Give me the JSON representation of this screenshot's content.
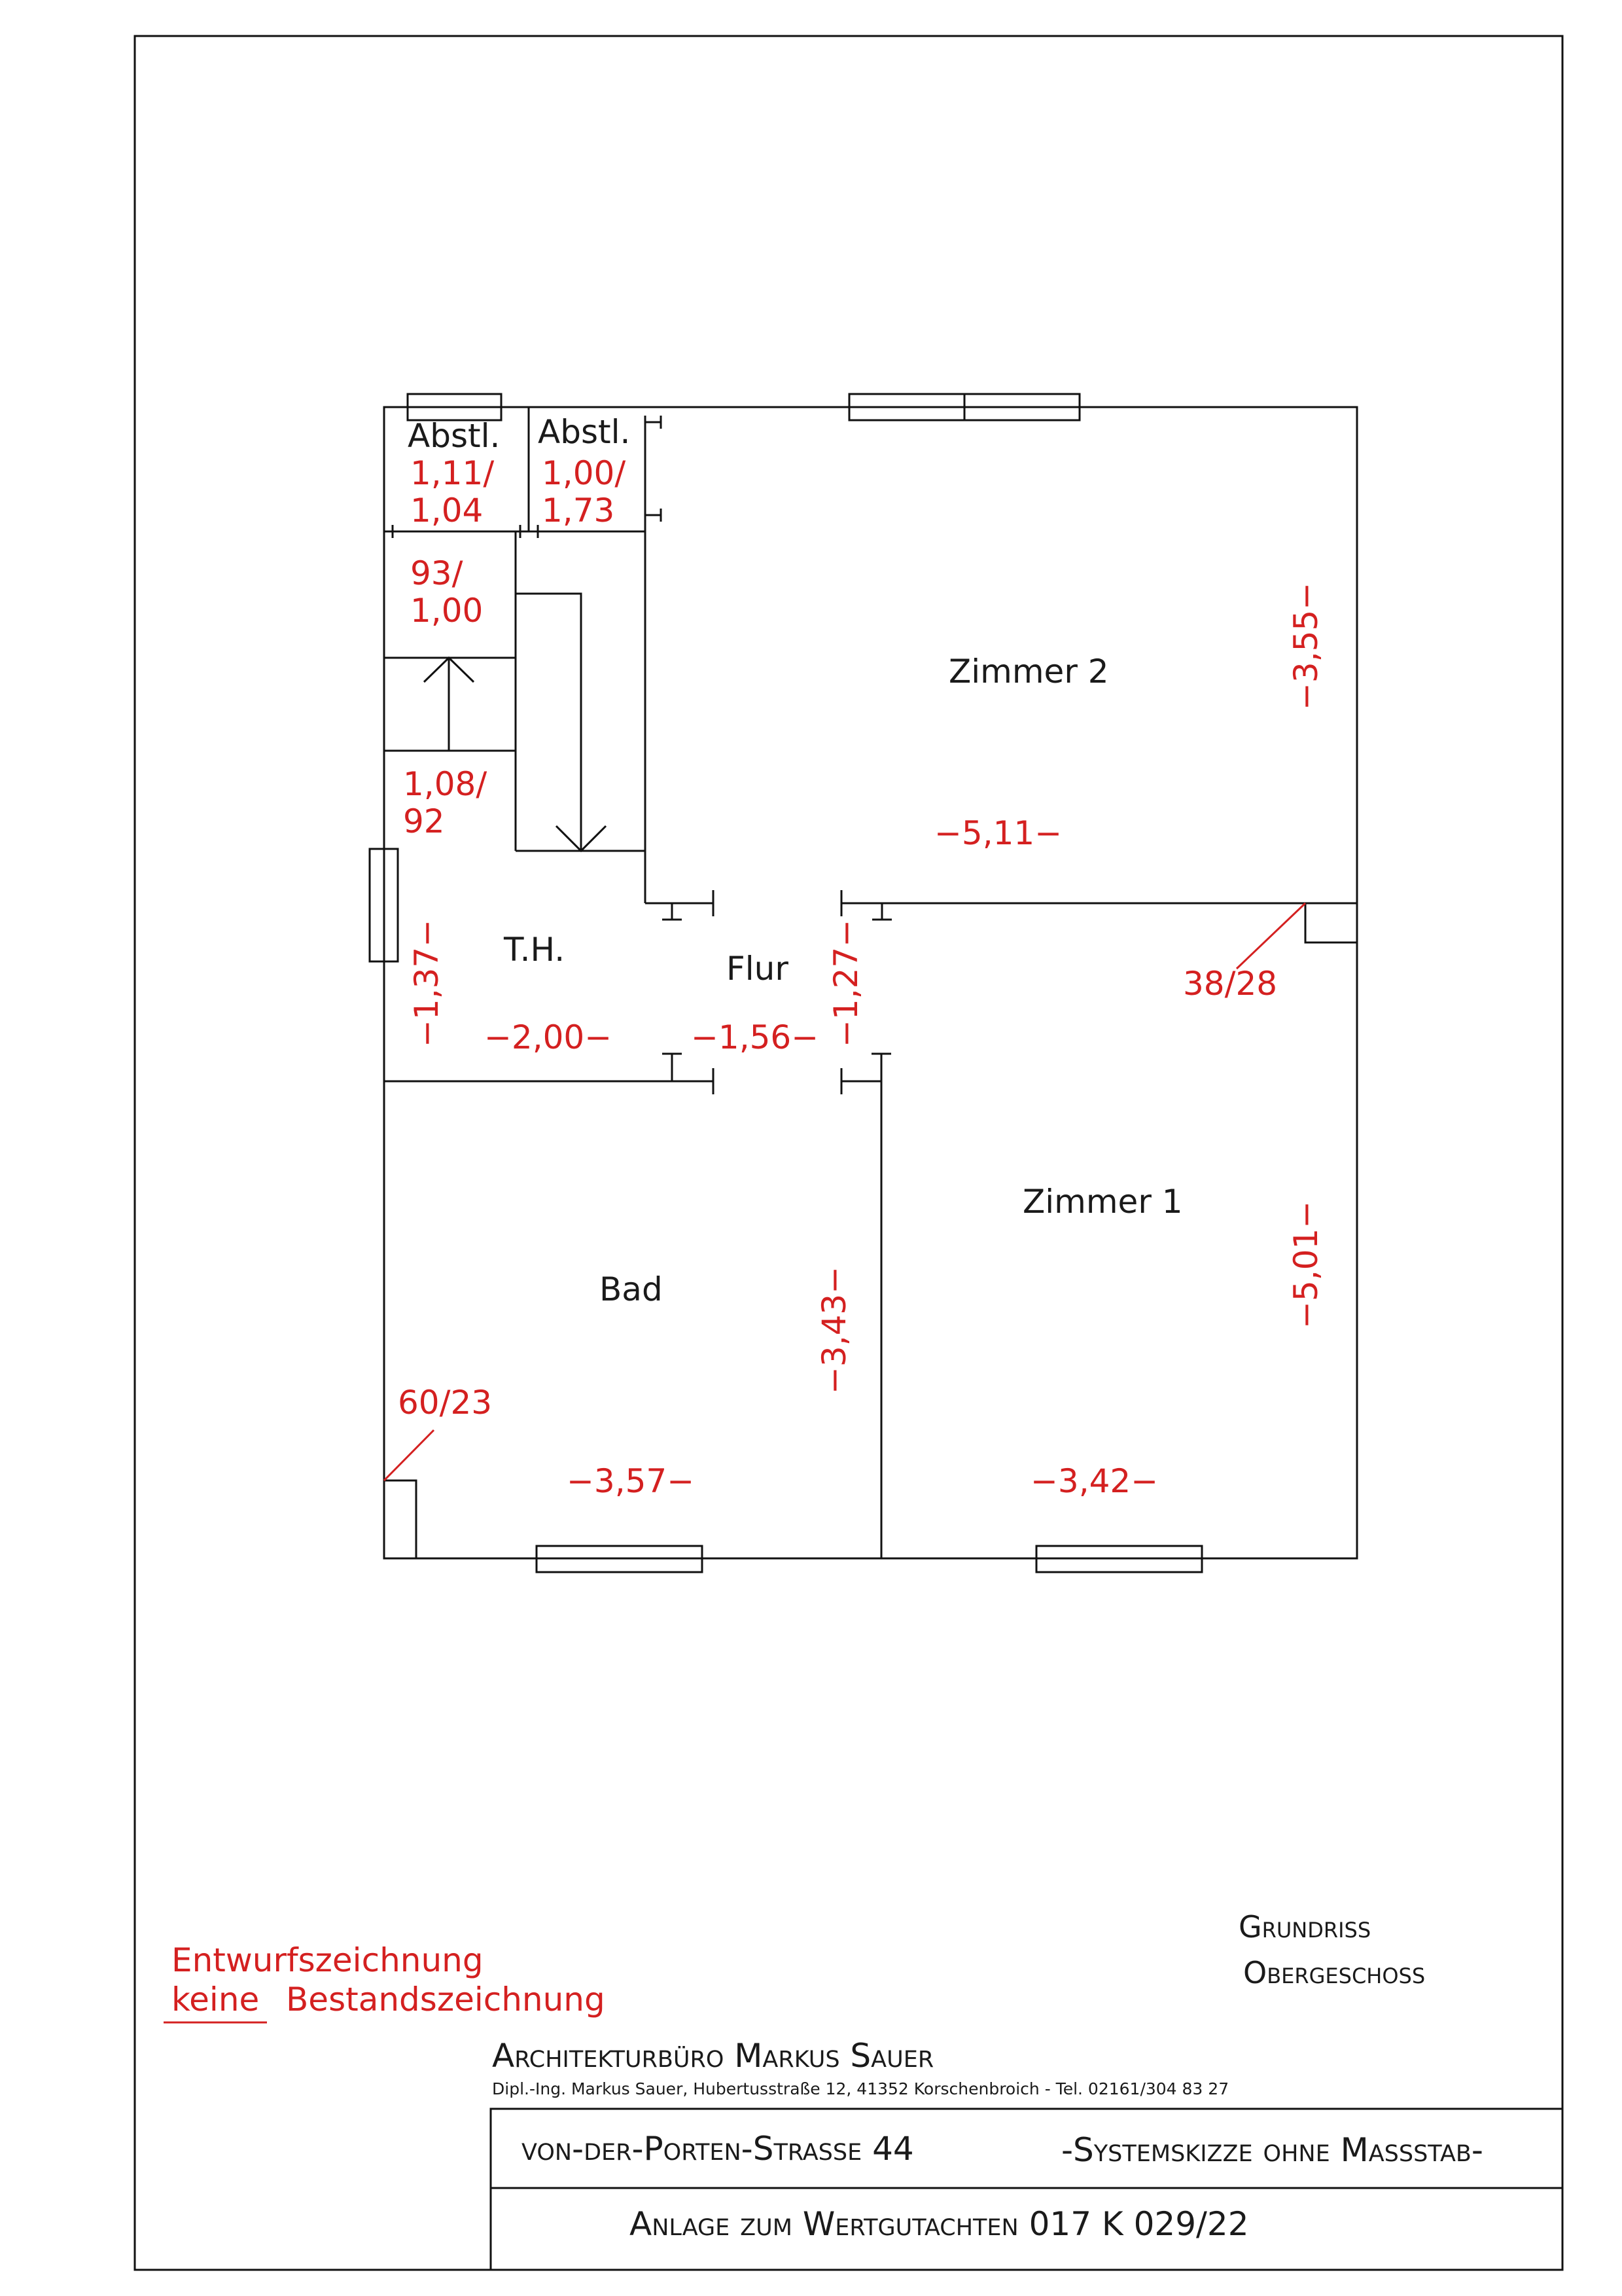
{
  "rooms": {
    "abstl_left": "Abstl.",
    "abstl_right": "Abstl.",
    "zimmer2": "Zimmer  2",
    "th": "T.H.",
    "flur": "Flur",
    "zimmer1": "Zimmer  1",
    "bad": "Bad"
  },
  "dimensions": {
    "abstl_left_w": "1,11/",
    "abstl_left_h": "1,04",
    "abstl_right_w": "1,00/",
    "abstl_right_h": "1,73",
    "stair_a_w": "93/",
    "stair_a_h": "1,00",
    "stair_b_w": "1,08/",
    "stair_b_h": "92",
    "zimmer2_depth": "−3,55−",
    "zimmer2_width": "−5,11−",
    "th_depth": "−1,37−",
    "th_width": "−2,00−",
    "flur_width": "−1,56−",
    "flur_depth": "−1,27−",
    "chimney_z1": "38/28",
    "zimmer1_depth": "−5,01−",
    "zimmer1_width": "−3,42−",
    "bad_depth": "−3,43−",
    "bad_width": "−3,57−",
    "chimney_bad": "60/23"
  },
  "notes": {
    "line1": "Entwurfszeichnung",
    "line2_underlined": "keine",
    "line2_rest": "Bestandszeichnung"
  },
  "drawing_title": {
    "line1": "Grundriss",
    "line2": "Obergeschoss"
  },
  "title_block": {
    "office": "Architekturbüro Markus Sauer",
    "office_details": "Dipl.-Ing. Markus Sauer, Hubertusstraße 12, 41352 Korschenbroich - Tel. 02161/304 83 27",
    "address": "von-der-Porten-Straße 44",
    "scale_note": "-Systemskizze ohne Maßstab-",
    "appendix": "Anlage zum Wertgutachten 017 K 029/22"
  },
  "colors": {
    "dimension_red": "#d42020",
    "line_black": "#111111"
  }
}
